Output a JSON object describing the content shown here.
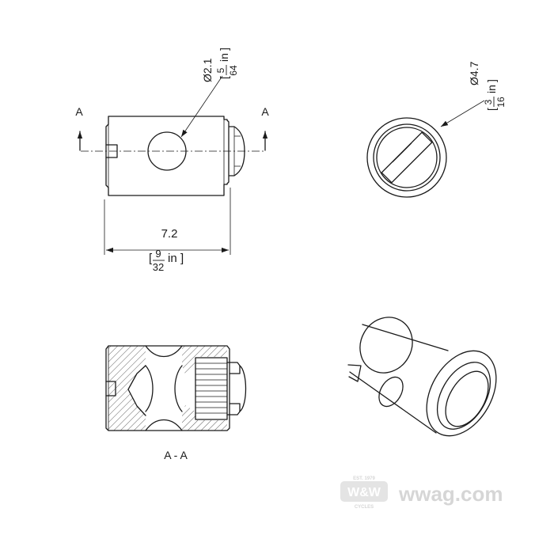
{
  "section_marker": "A",
  "section_caption": "A - A",
  "dim_hole": {
    "main": "Ø2.1",
    "frac_num": "5",
    "frac_den": "64",
    "unit": "in"
  },
  "dim_diameter": {
    "main": "Ø4.7",
    "frac_num": "3",
    "frac_den": "16",
    "unit": "in"
  },
  "dim_length": {
    "main": "7.2",
    "frac_num": "9",
    "frac_den": "32",
    "unit": "in"
  },
  "watermark": {
    "logo": "W&W",
    "top": "EST. 1979",
    "bottom": "CYCLES",
    "site": "wwag.com"
  }
}
